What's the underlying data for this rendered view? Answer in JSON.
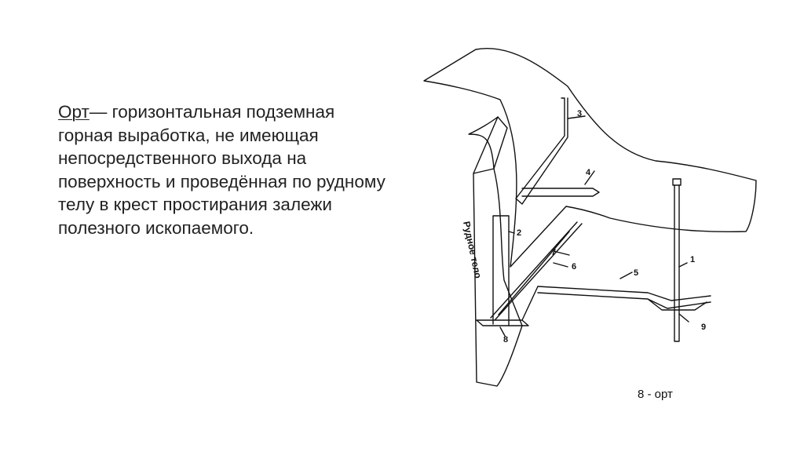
{
  "definition": {
    "term": "Орт",
    "text": "— горизонтальная подземная горная выработка, не имеющая непосредственного выхода на поверхность и проведённая по рудному телу в крест простирания залежи полезного ископаемого."
  },
  "figure": {
    "side_label": "Рудное тело",
    "labels": [
      "1",
      "2",
      "3",
      "4",
      "5",
      "6",
      "7",
      "8",
      "9"
    ],
    "caption": "8 - орт"
  }
}
